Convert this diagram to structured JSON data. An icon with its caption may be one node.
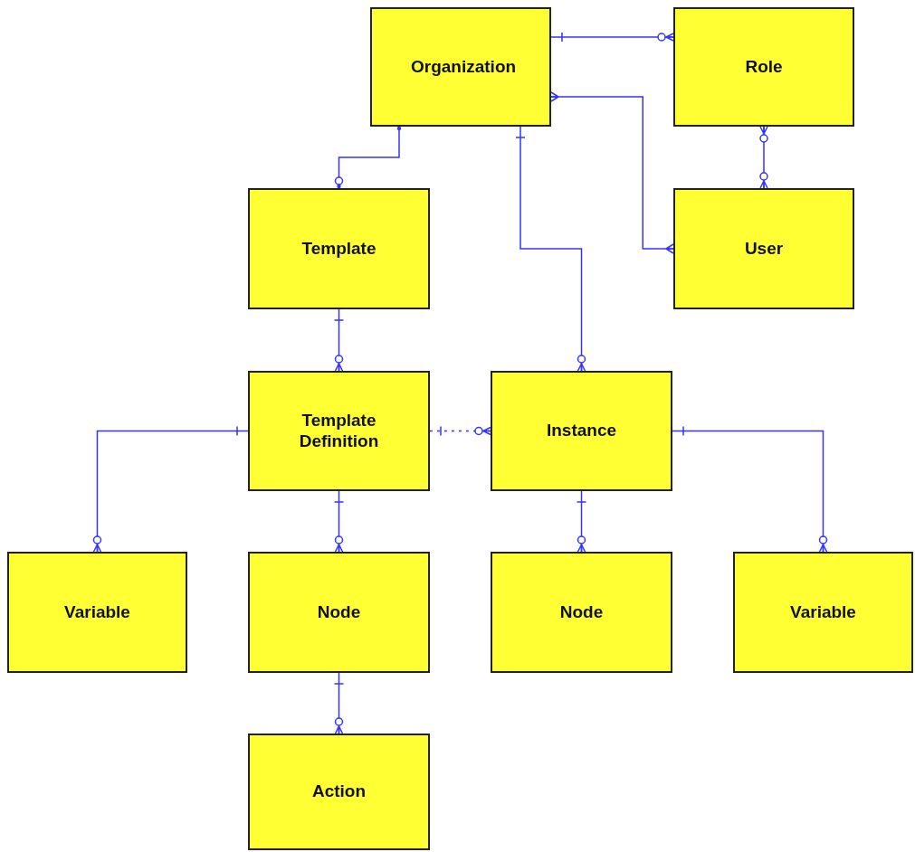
{
  "diagram": {
    "nodes": [
      {
        "text": [
          "Organization"
        ]
      },
      {
        "text": [
          "Role"
        ]
      },
      {
        "text": [
          "Template"
        ]
      },
      {
        "text": [
          "User"
        ]
      },
      {
        "text": [
          "Template Definition"
        ]
      },
      {
        "text": [
          "Instance"
        ]
      },
      {
        "text": [
          "Variable"
        ]
      },
      {
        "text": [
          "Node"
        ]
      },
      {
        "text": [
          "Node"
        ]
      },
      {
        "text": [
          "Variable"
        ]
      },
      {
        "text": [
          "Action"
        ]
      }
    ],
    "edges": [
      {
        "from": 0,
        "to": 1,
        "arrow": "other"
      },
      {
        "from": 0,
        "to": 3,
        "arrow": "other"
      },
      {
        "from": 1,
        "to": 3,
        "arrow": "other"
      },
      {
        "from": 0,
        "to": 2,
        "arrow": "other"
      },
      {
        "from": 0,
        "to": 5,
        "arrow": "other"
      },
      {
        "from": 2,
        "to": 4,
        "arrow": "other"
      },
      {
        "from": 4,
        "to": 5,
        "arrow": "other",
        "style": "dashed"
      },
      {
        "from": 4,
        "to": 6,
        "arrow": "other"
      },
      {
        "from": 4,
        "to": 7,
        "arrow": "other"
      },
      {
        "from": 5,
        "to": 8,
        "arrow": "other"
      },
      {
        "from": 5,
        "to": 9,
        "arrow": "other"
      },
      {
        "from": 7,
        "to": 10,
        "arrow": "other"
      }
    ]
  }
}
